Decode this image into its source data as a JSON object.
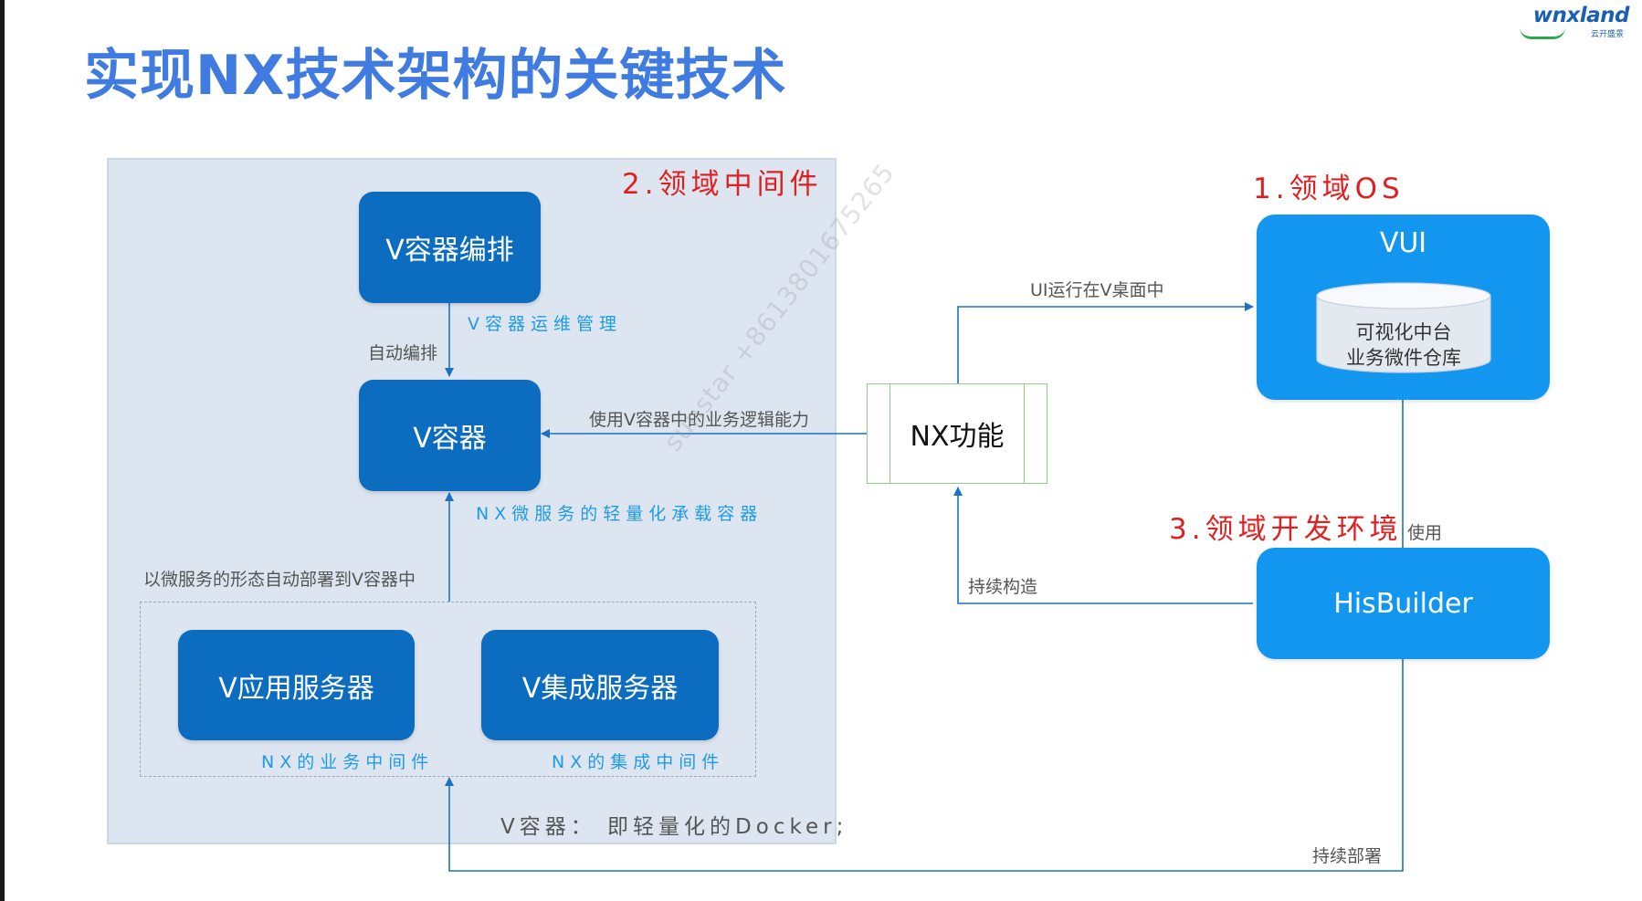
{
  "title": "实现NX技术架构的关键技术",
  "logo": {
    "main": "wnxland",
    "sub": "云开盛景"
  },
  "sections": {
    "middleware": "2.领域中间件",
    "os": "1.领域OS",
    "devenv": "3.领域开发环境"
  },
  "boxes": {
    "orchestration": "V容器编排",
    "container": "V容器",
    "app_server": "V应用服务器",
    "integration_server": "V集成服务器",
    "nx_function": "NX功能",
    "vui": "VUI",
    "hisbuilder": "HisBuilder"
  },
  "database": {
    "line1": "可视化中台",
    "line2": "业务微件仓库"
  },
  "captions": {
    "container_ops": "V容器运维管理",
    "auto_orchestrate": "自动编排",
    "use_logic": "使用V容器中的业务逻辑能力",
    "lightweight_container": "NX微服务的轻量化承载容器",
    "auto_deploy": "以微服务的形态自动部署到V容器中",
    "biz_middleware": "NX的业务中间件",
    "integration_middleware": "NX的集成中间件",
    "docker_note": "V容器：  即轻量化的Docker;",
    "ui_runs": "UI运行在V桌面中",
    "use": "使用",
    "continuous_build": "持续构造",
    "continuous_deploy": "持续部署"
  },
  "watermark": "sunstar +8613801675265",
  "colors": {
    "title": "#3f7be0",
    "section_label": "#e02020",
    "dark_box": "#0c6cc0",
    "light_box": "#1296ef",
    "panel": "#dde5f0",
    "arrow": "#1b72c4",
    "nx_border": "#8fce86"
  }
}
